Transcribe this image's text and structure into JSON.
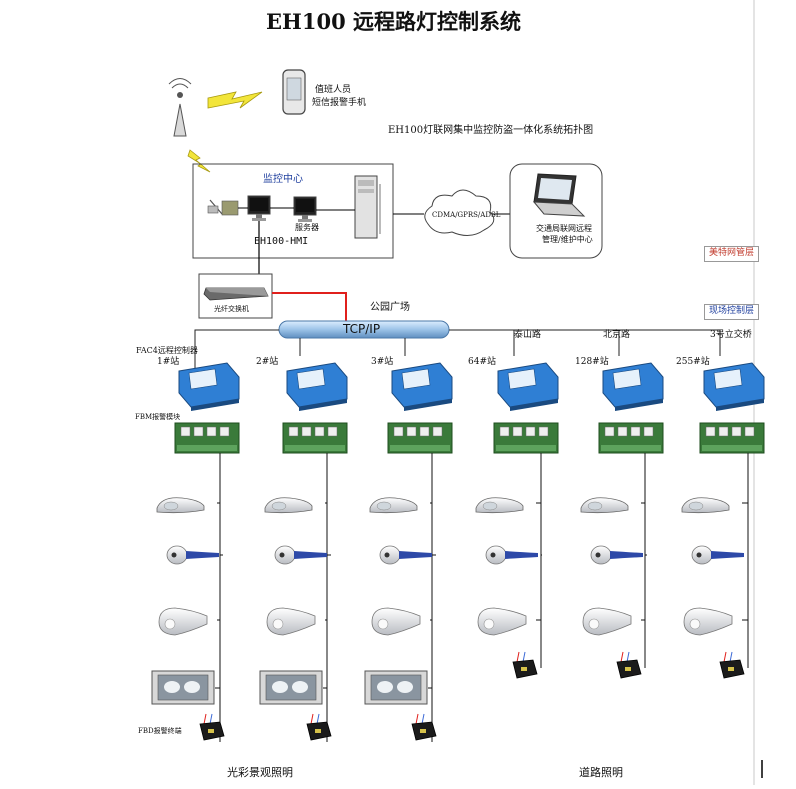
{
  "page": {
    "title": "EH100 远程路灯控制系统",
    "topology_caption": "EH100灯联网集中监控防盗一体化系统拓扑图",
    "monitor_center_label": "监控中心",
    "server_label": "服务器",
    "hmi_label": "EH100-HMI",
    "duty_label_1": "值班人员",
    "duty_label_2": "短信报警手机",
    "network_cloud": "CDMA/GPRS/ADSL",
    "remote_center_1": "交通局联网远程",
    "remote_center_2": "管理/维护中心",
    "layer_mgmt": "美特网管层",
    "layer_field": "现场控制层",
    "switch_label": "光纤交换机",
    "bus_label": "TCP/IP",
    "park_label": "公园广场",
    "fac4_label": "FAC4远程控制器",
    "fbm_label": "FBM报警模块",
    "fbd_label": "FBD报警终端",
    "group_left": "光彩景观照明",
    "group_right": "道路照明",
    "roads": [
      "泰山路",
      "北京路",
      "3号立交桥"
    ],
    "stations": [
      "1#站",
      "2#站",
      "3#站",
      "64#站",
      "128#站",
      "255#站"
    ]
  },
  "colors": {
    "controller_blue": "#2f7fd4",
    "board_green": "#3a7a3a",
    "bus_blue": "#9cc3e8",
    "red_link": "#e0201c",
    "lamp_blue": "#2d49a8"
  }
}
